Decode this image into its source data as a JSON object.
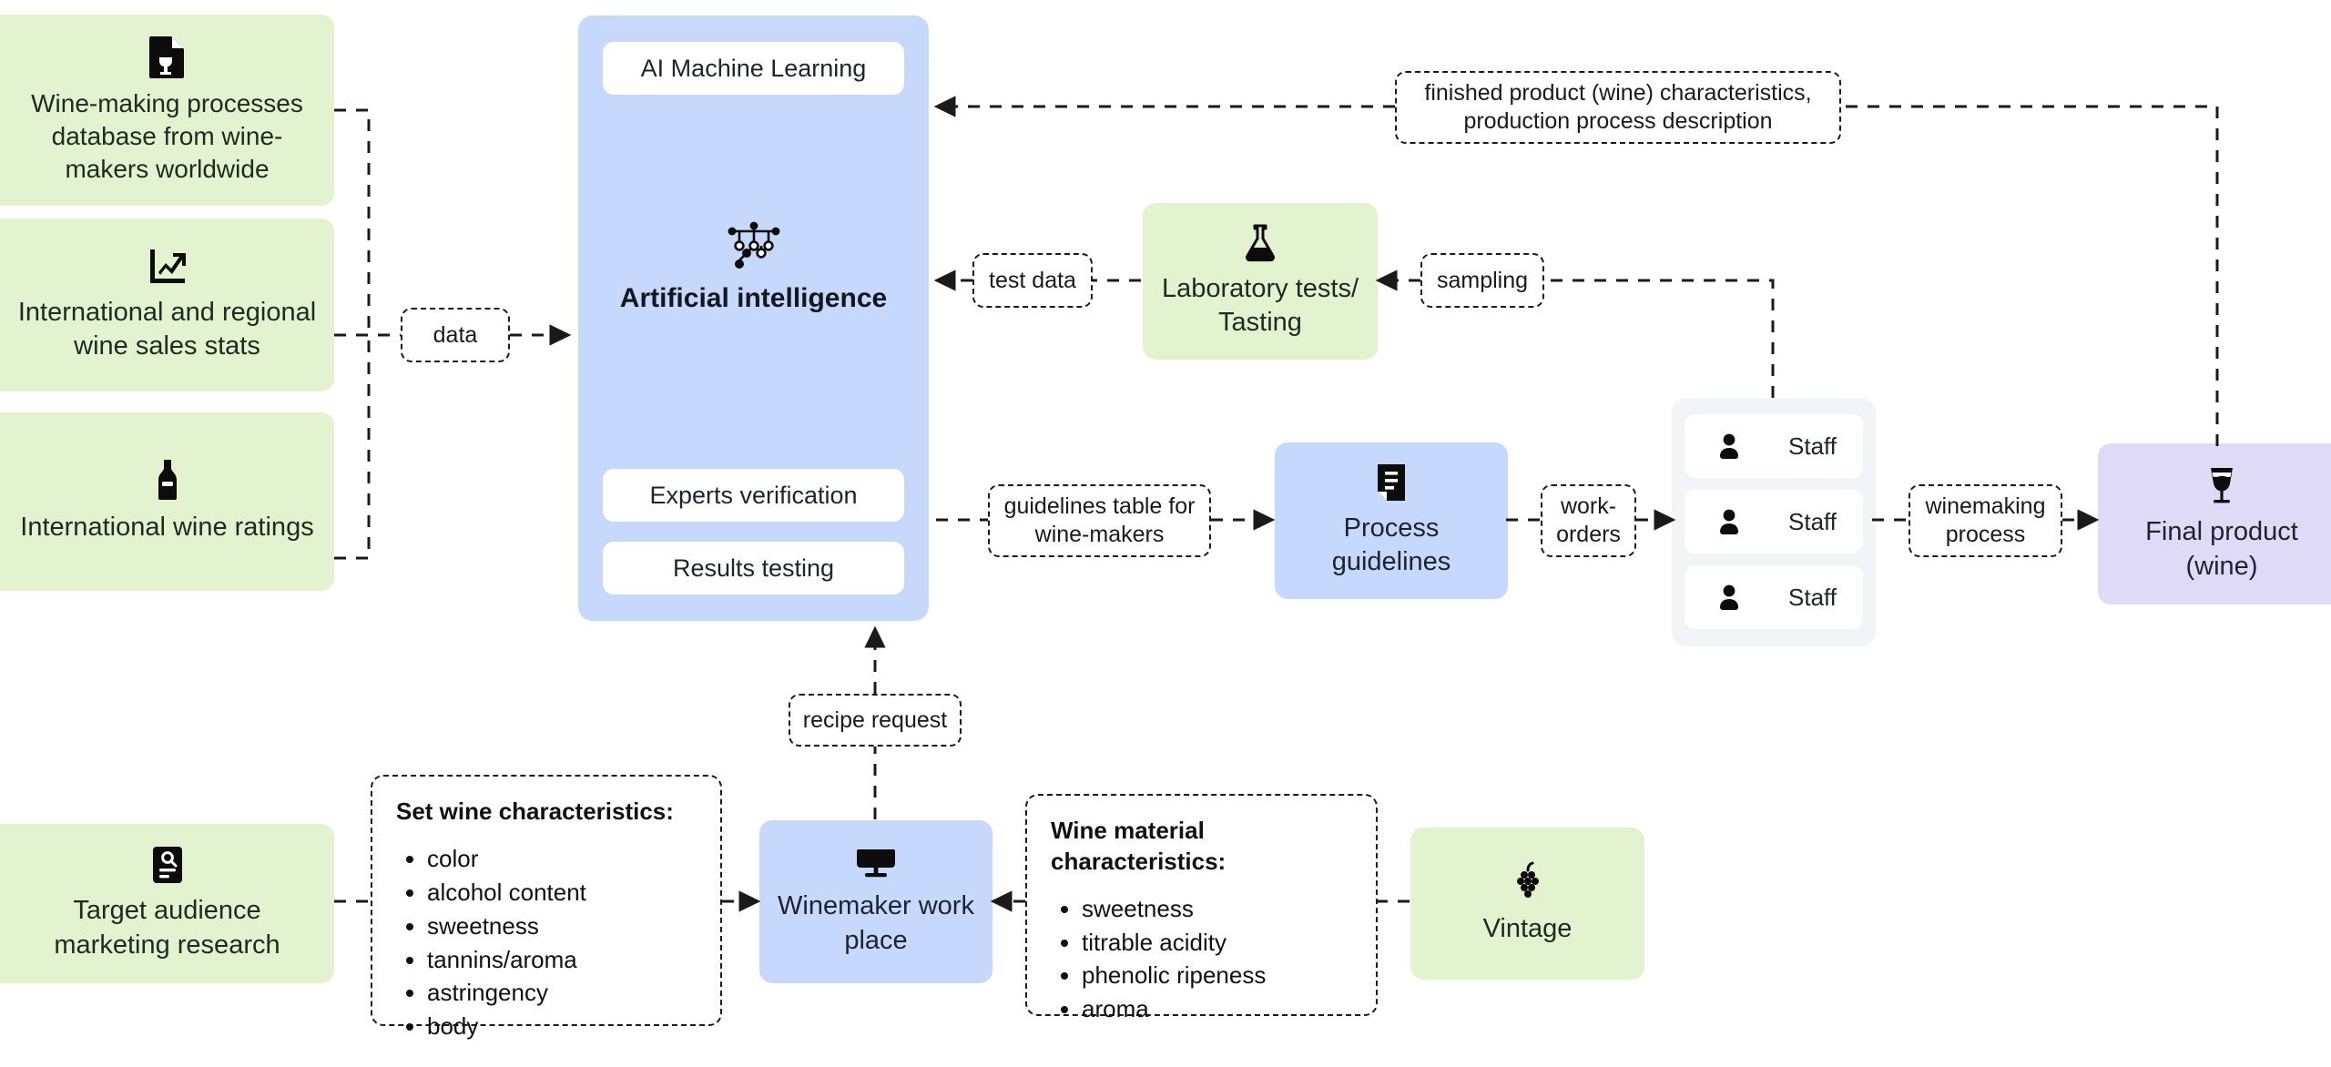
{
  "diagram": {
    "title": "AI-assisted winemaking process flow",
    "colors": {
      "green": "#e3f3d0",
      "blue": "#c6d9fd",
      "purple": "#dfdaf5",
      "grey": "#f3f4f8",
      "line": "#1a1a1a",
      "text": "#20232a"
    }
  },
  "nodes": {
    "wine_db": {
      "label": "Wine-making processes database from wine-makers worldwide",
      "icon": "wine-document-icon",
      "color": "green"
    },
    "sales_stats": {
      "label": "International and regional wine sales stats",
      "icon": "trending-chart-icon",
      "color": "green"
    },
    "wine_ratings": {
      "label": "International wine ratings",
      "icon": "wine-bottle-icon",
      "color": "green"
    },
    "target_audience": {
      "label": "Target audience marketing research",
      "icon": "research-document-icon",
      "color": "green"
    },
    "ai_panel": {
      "top_pill": "AI Machine Learning",
      "title": "Artificial intelligence",
      "icon": "neural-network-icon",
      "bottom_pill_1": "Experts verification",
      "bottom_pill_2": "Results testing",
      "color": "blue"
    },
    "lab_tests": {
      "label": "Laboratory tests/ Tasting",
      "icon": "flask-icon",
      "color": "green"
    },
    "process_guidelines": {
      "label": "Process guidelines",
      "icon": "document-lines-icon",
      "color": "blue"
    },
    "staff_group": {
      "icon": "person-icon",
      "rows": [
        {
          "label": "Staff"
        },
        {
          "label": "Staff"
        },
        {
          "label": "Staff"
        }
      ],
      "color": "grey"
    },
    "final_product": {
      "label": "Final product (wine)",
      "icon": "wine-glass-icon",
      "color": "purple"
    },
    "winemaker_workplace": {
      "label": "Winemaker work place",
      "icon": "monitor-icon",
      "color": "blue"
    },
    "vintage": {
      "label": "Vintage",
      "icon": "grapes-icon",
      "color": "green"
    }
  },
  "edge_labels": {
    "data": "data",
    "finished_product": "finished product (wine) characteristics, production process description",
    "test_data": "test data",
    "sampling": "sampling",
    "guidelines_table": "guidelines table for wine-makers",
    "work_orders": "work-orders",
    "winemaking_process": "winemaking process",
    "recipe_request": "recipe request"
  },
  "list_boxes": {
    "set_wine_characteristics": {
      "title": "Set wine characteristics:",
      "items": [
        "color",
        "alcohol content",
        "sweetness",
        "tannins/aroma",
        "astringency",
        "body"
      ]
    },
    "wine_material_characteristics": {
      "title": "Wine material characteristics:",
      "items": [
        "sweetness",
        "titrable acidity",
        "phenolic ripeness",
        "aroma"
      ]
    }
  }
}
